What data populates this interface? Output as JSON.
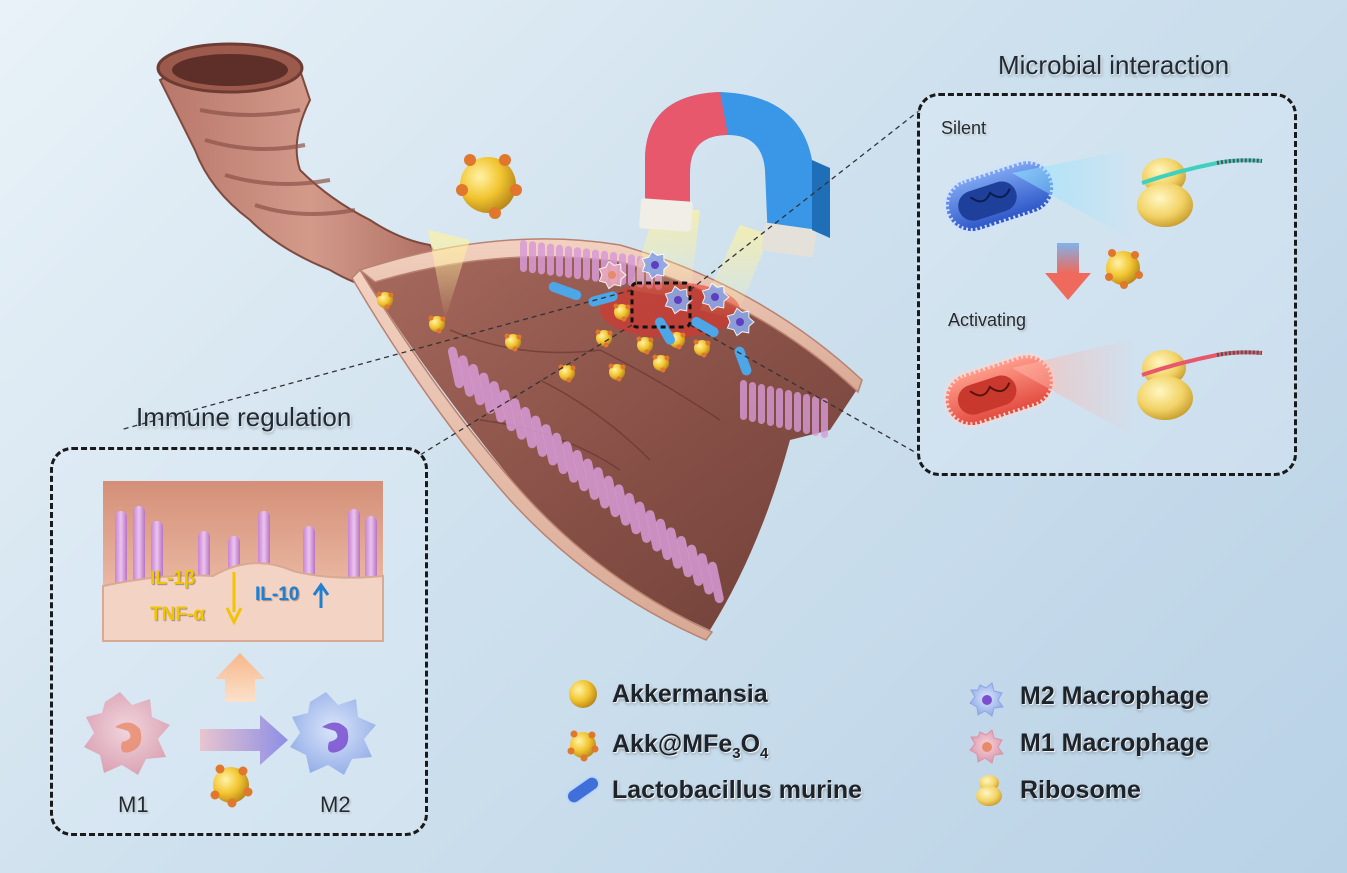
{
  "labels": {
    "microbial_interaction": "Microbial interaction",
    "immune_regulation": "Immune regulation",
    "silent": "Silent",
    "activating": "Activating",
    "m1": "M1",
    "m2": "M2"
  },
  "cytokines": {
    "il1b": "IL-1β",
    "tnfa": "TNF-α",
    "il10": "IL-10"
  },
  "legend": {
    "akkermansia": "Akkermansia",
    "akk_mfe_prefix": "Akk@MFe",
    "akk_mfe_sub1": "3",
    "akk_mfe_mid": "O",
    "akk_mfe_sub2": "4",
    "lactobacillus": "Lactobacillus murine",
    "m2_macrophage": "M2 Macrophage",
    "m1_macrophage": "M1 Macrophage",
    "ribosome": "Ribosome"
  },
  "colors": {
    "akkermansia": "#f2c530",
    "nanoparticle": "#e0772c",
    "magnet_red": "#e8586d",
    "magnet_blue": "#3a96e6",
    "bacteria_silent": "#3f6fd8",
    "bacteria_active": "#ef6a5c",
    "cytokine_down": "#f3c400",
    "cytokine_up": "#1f7fd1",
    "villi": "#d79ad6",
    "tissue": "#c9897a"
  }
}
